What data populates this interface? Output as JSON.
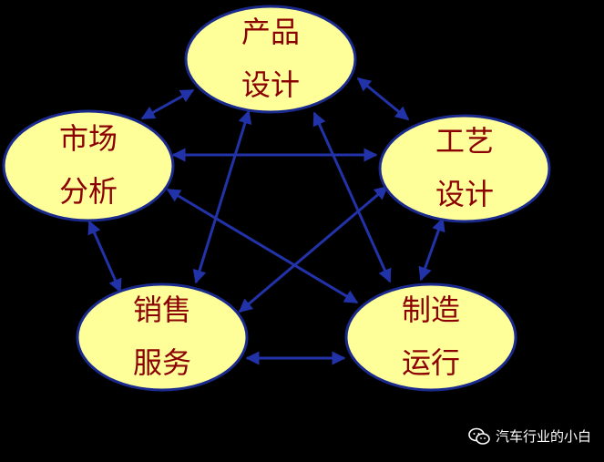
{
  "diagram": {
    "colors": {
      "background": "#000000",
      "node_fill": "#ffff99",
      "node_stroke": "#1a2a8c",
      "text": "#8b0000",
      "edge": "#2233aa"
    },
    "nodes": [
      {
        "id": "product-design",
        "line1": "产品",
        "line2": "设计"
      },
      {
        "id": "market-analysis",
        "line1": "市场",
        "line2": "分析"
      },
      {
        "id": "process-design",
        "line1": "工艺",
        "line2": "设计"
      },
      {
        "id": "sales-service",
        "line1": "销售",
        "line2": "服务"
      },
      {
        "id": "manufacturing-operation",
        "line1": "制造",
        "line2": "运行"
      }
    ],
    "edges": [
      {
        "from": "product-design",
        "to": "market-analysis",
        "bidirectional": true
      },
      {
        "from": "product-design",
        "to": "process-design",
        "bidirectional": true
      },
      {
        "from": "product-design",
        "to": "sales-service",
        "bidirectional": true
      },
      {
        "from": "product-design",
        "to": "manufacturing-operation",
        "bidirectional": true
      },
      {
        "from": "market-analysis",
        "to": "process-design",
        "bidirectional": true
      },
      {
        "from": "market-analysis",
        "to": "sales-service",
        "bidirectional": true
      },
      {
        "from": "market-analysis",
        "to": "manufacturing-operation",
        "bidirectional": true
      },
      {
        "from": "process-design",
        "to": "sales-service",
        "bidirectional": true
      },
      {
        "from": "process-design",
        "to": "manufacturing-operation",
        "bidirectional": true
      },
      {
        "from": "sales-service",
        "to": "manufacturing-operation",
        "bidirectional": true
      }
    ]
  },
  "watermark": {
    "text": "汽车行业的小白",
    "icon": "wechat-icon"
  }
}
